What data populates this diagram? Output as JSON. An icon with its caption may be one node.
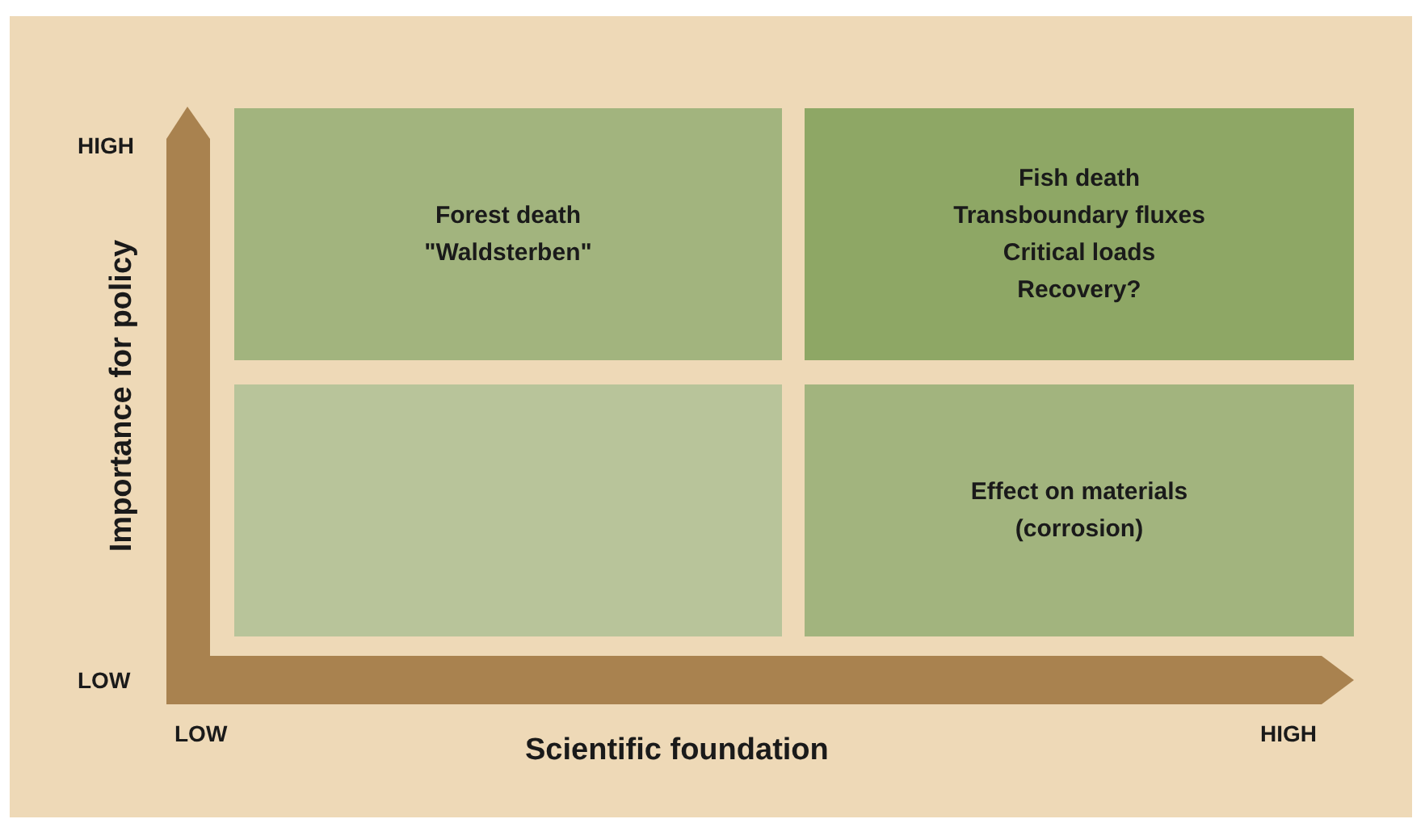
{
  "diagram": {
    "nodes": [
      {
        "text": [
          "Forest death",
          "\"Waldsterben\""
        ]
      },
      {
        "text": [
          "Fish death",
          "Transboundary fluxes",
          "Critical loads",
          "Recovery?"
        ]
      },
      {
        "text": [],
        "shape": "box"
      },
      {
        "text": [
          "Effect on materials (corrosion)"
        ]
      }
    ],
    "labels": [
      "HIGH",
      "Importance for policy",
      "LOW",
      "LOW",
      "Scientific foundation",
      "HIGH"
    ]
  }
}
